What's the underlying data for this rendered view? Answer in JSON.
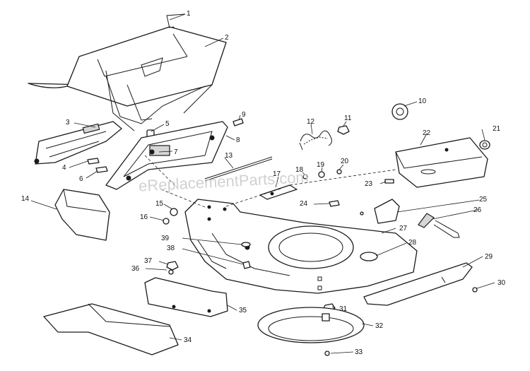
{
  "watermark": "eReplacementParts.com",
  "callouts": [
    "1",
    "2",
    "3",
    "4",
    "5",
    "6",
    "7",
    "8",
    "9",
    "10",
    "11",
    "12",
    "13",
    "14",
    "15",
    "16",
    "17",
    "18",
    "19",
    "20",
    "21",
    "22",
    "23",
    "24",
    "25",
    "26",
    "27",
    "28",
    "29",
    "30",
    "31",
    "32",
    "33",
    "34",
    "35",
    "36",
    "37",
    "38",
    "39"
  ]
}
